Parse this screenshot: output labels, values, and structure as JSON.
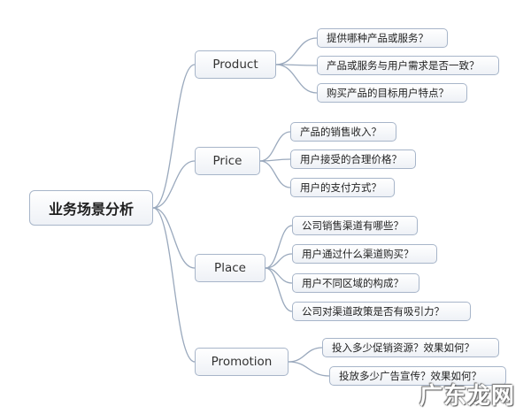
{
  "root": {
    "label": "业务场景分析"
  },
  "branches": [
    {
      "label": "Product",
      "leaves": [
        "提供哪种产品或服务？",
        "产品或服务与用户需求是否一致？",
        "购买产品的目标用户特点？"
      ]
    },
    {
      "label": "Price",
      "leaves": [
        "产品的销售收入？",
        "用户接受的合理价格？",
        "用户的支付方式？"
      ]
    },
    {
      "label": "Place",
      "leaves": [
        "公司销售渠道有哪些？",
        "用户通过什么渠道购买？",
        "用户不同区域的构成？",
        "公司对渠道政策是否有吸引力？"
      ]
    },
    {
      "label": "Promotion",
      "leaves": [
        "投入多少促销资源？效果如何？",
        "投放多少广告宣传？效果如何？"
      ]
    }
  ],
  "watermark": "广东龙网",
  "colors": {
    "connector": "#9aa9bd",
    "border": "#a7b5c9"
  }
}
